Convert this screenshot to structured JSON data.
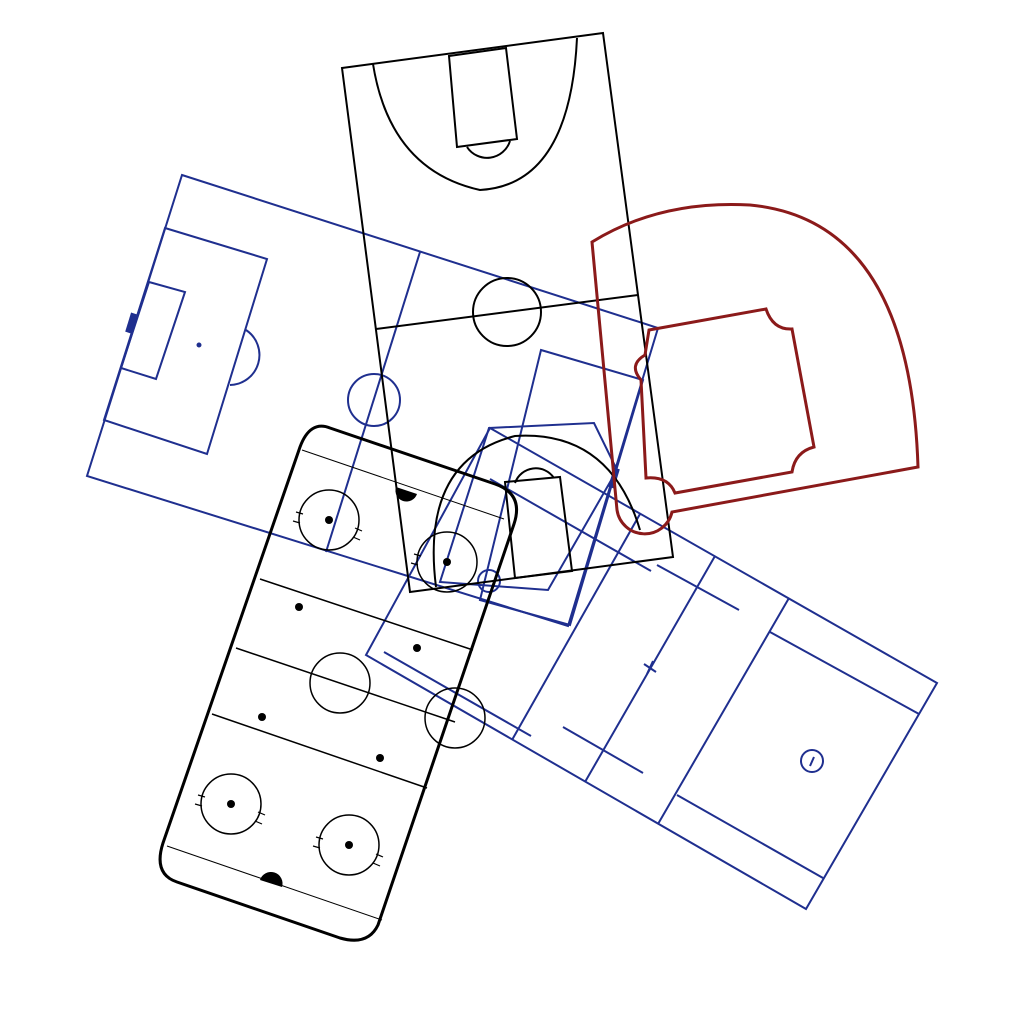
{
  "colors": {
    "background": "#ffffff",
    "basketball": "#000000",
    "hockey": "#000000",
    "soccer": "#1f2f8f",
    "lacrosse": "#1f2f8f",
    "baseball": "#8b1a1a"
  },
  "fields": [
    {
      "kind": "soccer-pitch",
      "color_key": "soccer"
    },
    {
      "kind": "lacrosse-field",
      "color_key": "lacrosse"
    },
    {
      "kind": "basketball-court",
      "color_key": "basketball"
    },
    {
      "kind": "hockey-rink",
      "color_key": "hockey"
    },
    {
      "kind": "baseball-diamond",
      "color_key": "baseball"
    }
  ]
}
